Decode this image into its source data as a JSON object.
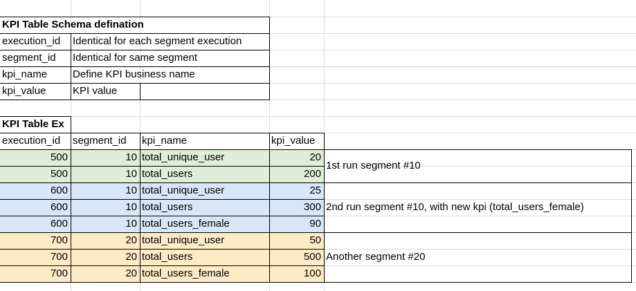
{
  "schema": {
    "title": "KPI Table Schema defination",
    "rows": [
      {
        "field": "execution_id",
        "desc": "Identical for each segment execution"
      },
      {
        "field": "segment_id",
        "desc": "Identical for same  segment"
      },
      {
        "field": "kpi_name",
        "desc": "Define KPI business name"
      },
      {
        "field": "kpi_value",
        "desc": "KPI value"
      }
    ]
  },
  "example": {
    "title": "KPI Table Ex",
    "headers": [
      "execution_id",
      "segment_id",
      "kpi_name",
      "kpi_value"
    ],
    "rows": [
      {
        "execution_id": "500",
        "segment_id": "10",
        "kpi_name": "total_unique_user",
        "kpi_value": "20",
        "group": 0
      },
      {
        "execution_id": "500",
        "segment_id": "10",
        "kpi_name": "total_users",
        "kpi_value": "200",
        "group": 0
      },
      {
        "execution_id": "600",
        "segment_id": "10",
        "kpi_name": "total_unique_user",
        "kpi_value": "25",
        "group": 1
      },
      {
        "execution_id": "600",
        "segment_id": "10",
        "kpi_name": "total_users",
        "kpi_value": "300",
        "group": 1
      },
      {
        "execution_id": "600",
        "segment_id": "10",
        "kpi_name": "total_users_female",
        "kpi_value": "90",
        "group": 1
      },
      {
        "execution_id": "700",
        "segment_id": "20",
        "kpi_name": "total_unique_user",
        "kpi_value": "50",
        "group": 2
      },
      {
        "execution_id": "700",
        "segment_id": "20",
        "kpi_name": "total_users",
        "kpi_value": "500",
        "group": 2
      },
      {
        "execution_id": "700",
        "segment_id": "20",
        "kpi_name": "total_users_female",
        "kpi_value": "100",
        "group": 2
      }
    ],
    "notes": [
      "1st run segment #10",
      "2nd run segment #10, with new kpi (total_users_female)",
      "Another segment #20"
    ]
  },
  "colors": {
    "group_fills": [
      "#dfeed8",
      "#d9e6f5",
      "#fdebc6"
    ],
    "gridline": "#dcdcdc",
    "border": "#000000"
  }
}
